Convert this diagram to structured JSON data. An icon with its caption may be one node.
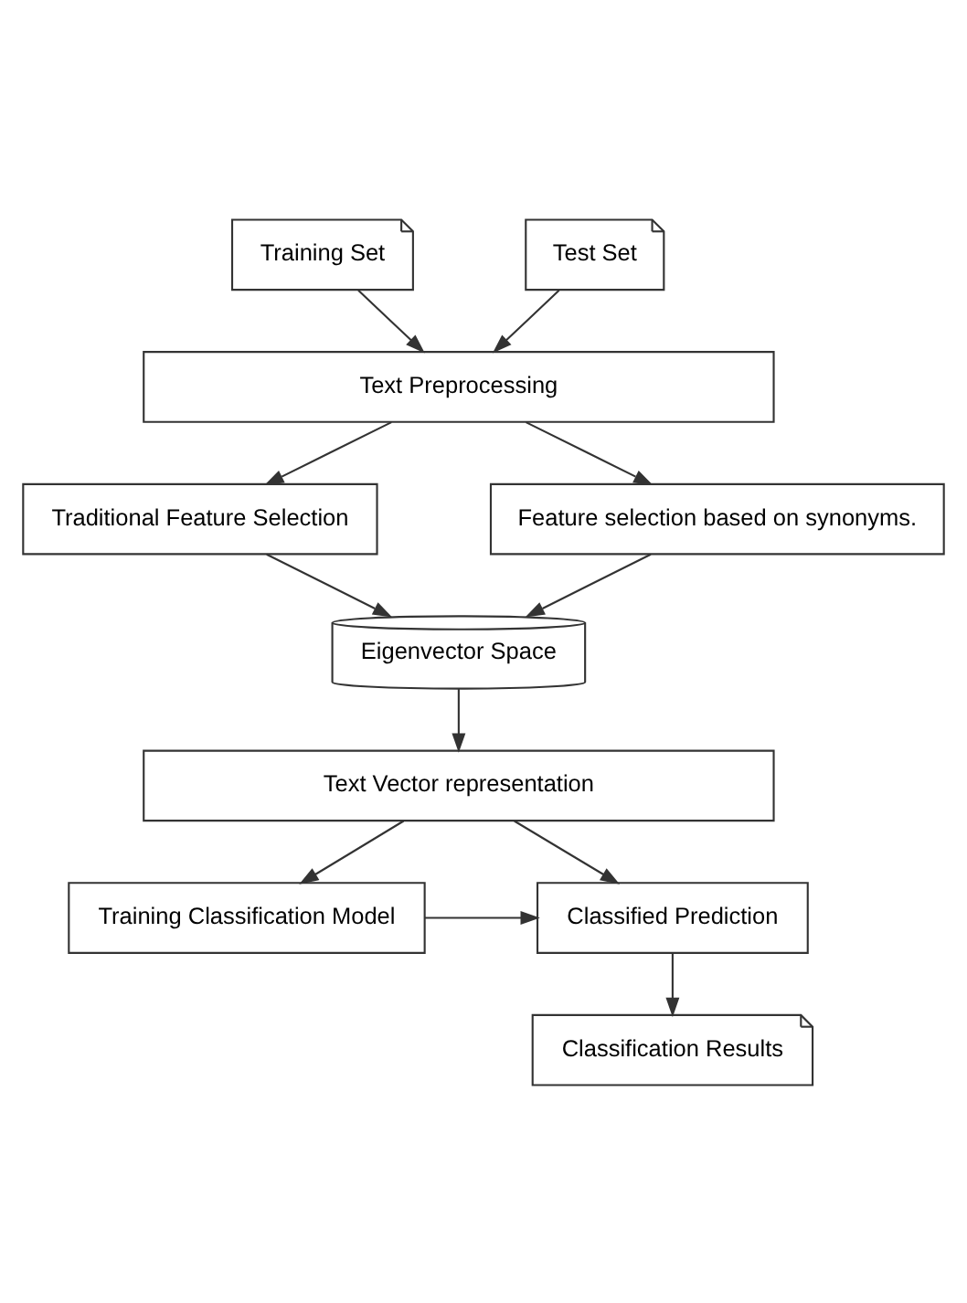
{
  "diagram": {
    "nodes": [
      {
        "text": [
          "Training Set"
        ]
      },
      {
        "text": [
          "Test Set"
        ]
      },
      {
        "text": [
          "Text Preprocessing"
        ]
      },
      {
        "text": [
          "Traditional Feature Selection"
        ]
      },
      {
        "text": [
          "Feature selection based on synonyms."
        ]
      },
      {
        "text": [
          "Eigenvector Space"
        ]
      },
      {
        "text": [
          "Text Vector representation"
        ]
      },
      {
        "text": [
          "Training Classification Model"
        ]
      },
      {
        "text": [
          "Classified Prediction"
        ]
      },
      {
        "text": [
          "Classification Results"
        ]
      }
    ],
    "edges": [
      {
        "from": 0,
        "to": 2,
        "arrow": "to"
      },
      {
        "from": 1,
        "to": 2,
        "arrow": "to"
      },
      {
        "from": 2,
        "to": 3,
        "arrow": "to"
      },
      {
        "from": 2,
        "to": 4,
        "arrow": "to"
      },
      {
        "from": 3,
        "to": 5,
        "arrow": "to"
      },
      {
        "from": 4,
        "to": 5,
        "arrow": "to"
      },
      {
        "from": 5,
        "to": 6,
        "arrow": "to"
      },
      {
        "from": 6,
        "to": 7,
        "arrow": "to"
      },
      {
        "from": 6,
        "to": 8,
        "arrow": "to"
      },
      {
        "from": 7,
        "to": 8,
        "arrow": "to"
      },
      {
        "from": 8,
        "to": 9,
        "arrow": "to"
      }
    ]
  }
}
